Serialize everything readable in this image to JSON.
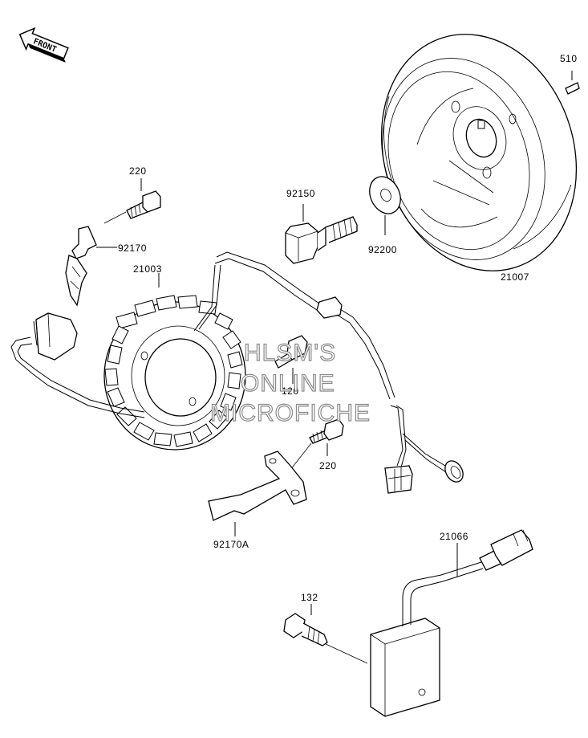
{
  "front_badge": {
    "text": "FRONT"
  },
  "parts": [
    {
      "id": "p510",
      "label": "510"
    },
    {
      "id": "p220a",
      "label": "220"
    },
    {
      "id": "p92150",
      "label": "92150"
    },
    {
      "id": "p92170",
      "label": "92170"
    },
    {
      "id": "p21003",
      "label": "21003"
    },
    {
      "id": "p92200",
      "label": "92200"
    },
    {
      "id": "p21007",
      "label": "21007"
    },
    {
      "id": "p120",
      "label": "120"
    },
    {
      "id": "p220b",
      "label": "220"
    },
    {
      "id": "p92170A",
      "label": "92170A"
    },
    {
      "id": "p21066",
      "label": "21066"
    },
    {
      "id": "p132",
      "label": "132"
    }
  ],
  "watermark": {
    "line1": "HLSM'S",
    "line2": "ONLINE",
    "line3": "MICROFICHE"
  }
}
